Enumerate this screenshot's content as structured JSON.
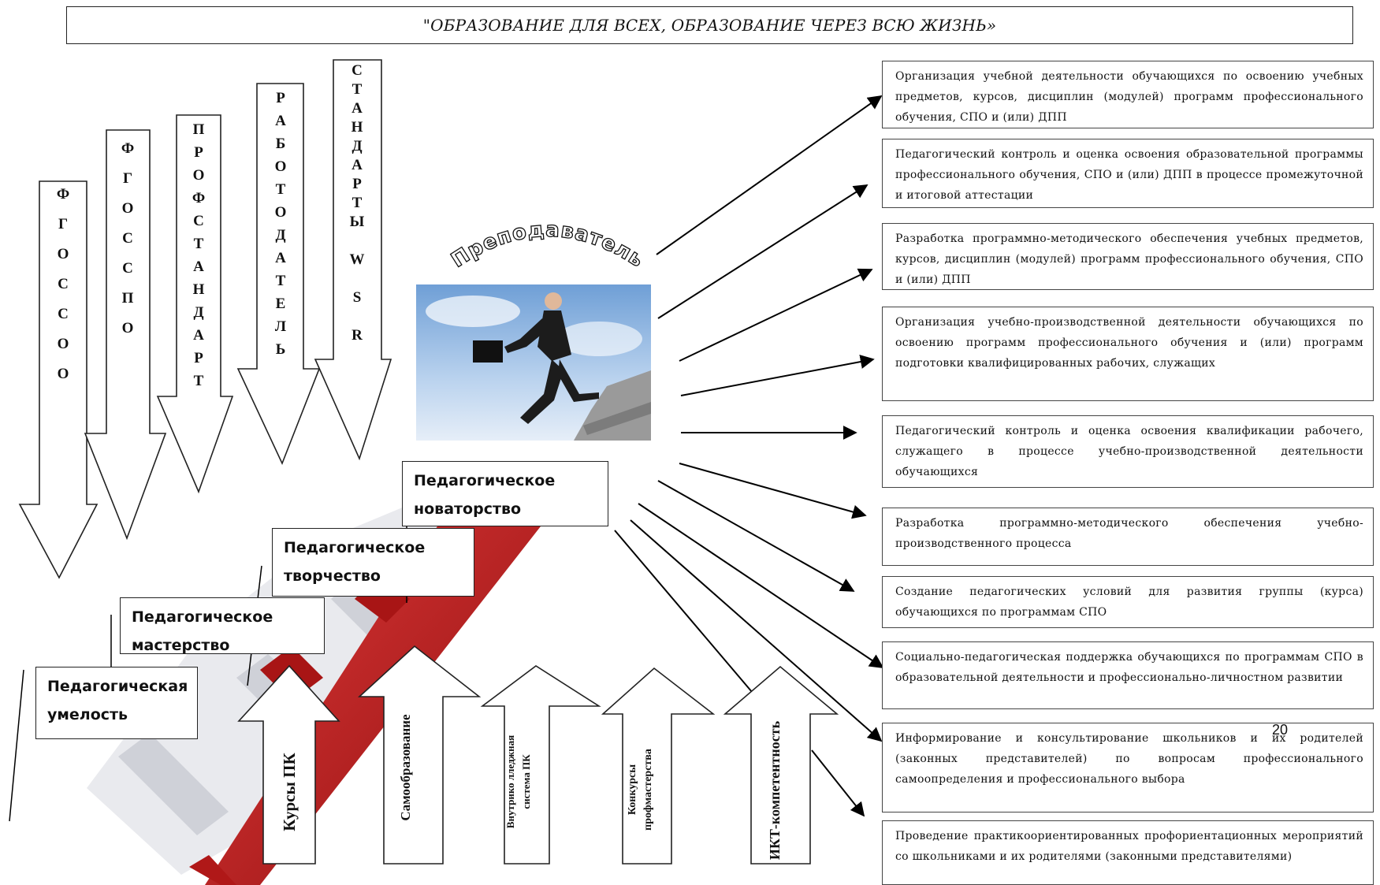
{
  "motto": "\"ОБРАЗОВАНИЕ ДЛЯ ВСЕХ, ОБРАЗОВАНИЕ  ЧЕРЕЗ ВСЮ ЖИЗНЬ»",
  "teacher_label": "Преподаватель",
  "down_arrows": [
    {
      "id": "fgos-soo",
      "text": "Ф\nГ\nО\nС\nС\nО\nО"
    },
    {
      "id": "fgos-spo",
      "text": "Ф\nГ\nО\nС\nС\nП\nО"
    },
    {
      "id": "profstandart",
      "text": "П\nР\nО\nФ\nС\nТ\nА\nН\nД\nА\nР\nТ"
    },
    {
      "id": "rabotodatel",
      "text": "Р\nА\nБ\nО\nТ\nО\nД\nА\nТ\nЕ\nЛ\nЬ"
    },
    {
      "id": "standarty-wsr",
      "text": "С\nТ\nА\nН\nД\nА\nР\nТ\nЫ\n\nW\n\nS\n\nR"
    }
  ],
  "stages": [
    {
      "id": "umelost",
      "text": "Педагогическая умелость"
    },
    {
      "id": "masterstvo",
      "text": "Педагогическое мастерство"
    },
    {
      "id": "tvorchestvo",
      "text": "Педагогическое творчество"
    },
    {
      "id": "novatorstvo",
      "text": "Педагогическое новаторство"
    }
  ],
  "up_arrows": [
    {
      "id": "kursy-pk",
      "text": "Курсы ПК"
    },
    {
      "id": "samoobrazovanie",
      "text": "Самообразование"
    },
    {
      "id": "vnutrisistema",
      "text": "Внутрико лледжная система ПК"
    },
    {
      "id": "konkursy",
      "text": "Конкурсы профмастерства"
    },
    {
      "id": "ikt",
      "text": "ИКТ-компетентность"
    }
  ],
  "tasks": [
    "Организация учебной деятельности обучающихся по освоению учебных предметов, курсов, дисциплин (модулей) программ профессионального обучения, СПО и (или) ДПП",
    "Педагогический контроль и оценка освоения образовательной программы профессионального обучения, СПО и (или) ДПП в процессе промежуточной и итоговой аттестации",
    "Разработка программно-методического обеспечения учебных предметов, курсов, дисциплин (модулей) программ профессионального обучения, СПО и (или) ДПП",
    "Организация учебно-производственной деятельности обучающихся по освоению программ профессионального обучения и (или) программ подготовки квалифицированных рабочих, служащих",
    "Педагогический контроль и оценка освоения квалификации рабочего, служащего в процессе учебно-производственной деятельности обучающихся",
    "Разработка программно-методического обеспечения учебно-производственного процесса",
    "Создание педагогических условий для развития группы (курса) обучающихся по программам СПО",
    "Социально-педагогическая поддержка обучающихся по программам СПО в образовательной деятельности и профессионально-личностном развитии",
    "Информирование и консультирование школьников и их родителей (законных представителей) по вопросам профессионального самоопределения и профессионального выбора",
    "Проведение практикоориентированных профориентационных мероприятий со школьниками и их родителями (законными представителями)"
  ],
  "page_number": "20"
}
